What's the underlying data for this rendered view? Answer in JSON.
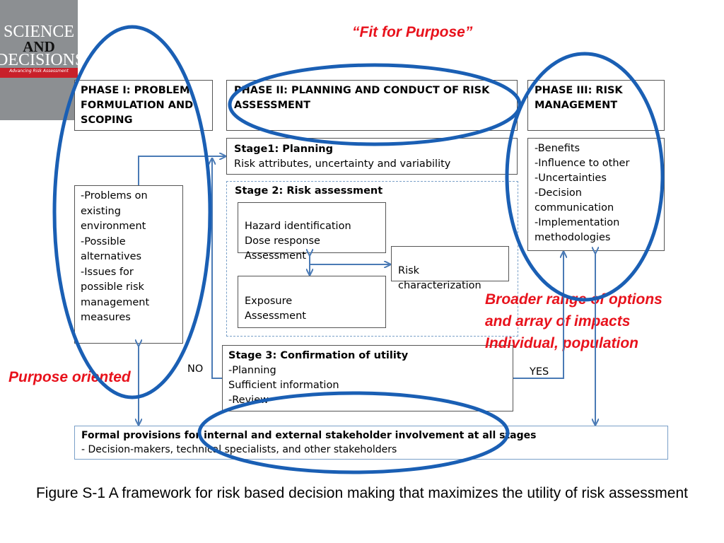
{
  "cover": {
    "line1": "SCIENCE",
    "line2": "AND",
    "line3": "DECISIONS",
    "subtitle": "Advancing Risk Assessment"
  },
  "header": {
    "fit_for_purpose": "“Fit for Purpose”"
  },
  "phase1": {
    "title": "PHASE I:  PROBLEM FORMULATION AND SCOPING",
    "items": [
      "-Problems on existing environment",
      "-Possible alternatives",
      "-Issues for possible risk management measures"
    ]
  },
  "phase2": {
    "title": "PHASE II:  PLANNING AND CONDUCT OF RISK ASSESSMENT"
  },
  "phase3": {
    "title": "PHASE III: RISK MANAGEMENT",
    "items": [
      "-Benefits",
      "-Influence to other",
      "-Uncertainties",
      "-Decision communication",
      "-Implementation methodologies"
    ]
  },
  "stage1": {
    "title": "Stage1: Planning",
    "text": "Risk attributes, uncertainty and variability"
  },
  "stage2": {
    "title": "Stage 2: Risk assessment",
    "hazard": "Hazard identification\nDose response\nAssessment",
    "exposure": "Exposure\nAssessment",
    "risk_char": "Risk\ncharacterization"
  },
  "stage3": {
    "title": "Stage 3: Confirmation of utility",
    "items": [
      "-Planning",
      "Sufficient information",
      "-Review"
    ]
  },
  "labels": {
    "no": "NO",
    "yes": "YES"
  },
  "stakeholder": {
    "title": "Formal provisions for internal and external stakeholder involvement at all stages",
    "text": "- Decision-makers, technical specialists, and other stakeholders"
  },
  "annotations": {
    "purpose_oriented": "Purpose oriented",
    "broader": "Broader range of options\nand array of impacts\nIndividual, population"
  },
  "caption": "Figure S-1 A  framework for risk based decision making  that maximizes the  utility of risk assessment",
  "colors": {
    "arrow": "#4a7ab5",
    "ellipse": "#1a5fb4",
    "annotation": "#e8121c"
  }
}
